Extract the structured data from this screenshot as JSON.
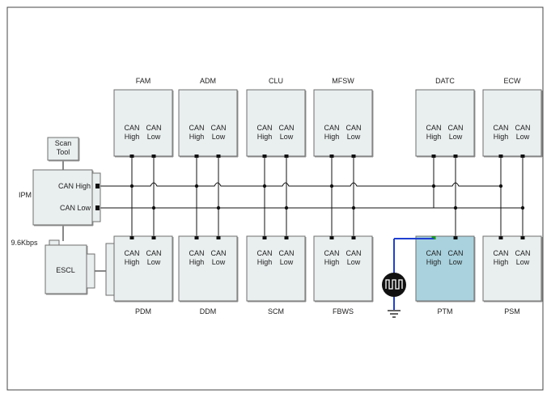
{
  "colors": {
    "module_fill": "#e9eeee",
    "module_stroke": "#6f6f6f",
    "wire": "#111111",
    "highlight_fill": "#a9d2de",
    "highlight_text": "#1a9a1a",
    "highlight_wire": "#1f3fd0"
  },
  "top_modules": [
    {
      "name": "FAM",
      "high": "CAN\nHigh",
      "low": "CAN\nLow"
    },
    {
      "name": "ADM",
      "high": "CAN\nHigh",
      "low": "CAN\nLow"
    },
    {
      "name": "CLU",
      "high": "CAN\nHigh",
      "low": "CAN\nLow"
    },
    {
      "name": "MFSW",
      "high": "CAN\nHigh",
      "low": "CAN\nLow"
    },
    {
      "name": "DATC",
      "high": "CAN\nHigh",
      "low": "CAN\nLow"
    },
    {
      "name": "ECW",
      "high": "CAN\nHigh",
      "low": "CAN\nLow"
    }
  ],
  "bottom_modules": [
    {
      "name": "PDM",
      "high": "CAN\nHigh",
      "low": "CAN\nLow"
    },
    {
      "name": "DDM",
      "high": "CAN\nHigh",
      "low": "CAN\nLow"
    },
    {
      "name": "SCM",
      "high": "CAN\nHigh",
      "low": "CAN\nLow"
    },
    {
      "name": "FBWS",
      "high": "CAN\nHigh",
      "low": "CAN\nLow"
    },
    {
      "name": "PTM",
      "high": "CAN\nHigh",
      "low": "CAN\nLow",
      "highlighted": true
    },
    {
      "name": "PSM",
      "high": "CAN\nHigh",
      "low": "CAN\nLow"
    }
  ],
  "ipm": {
    "name": "IPM",
    "high_label": "CAN High",
    "low_label": "CAN Low"
  },
  "scan_tool": {
    "label": "Scan\nTool"
  },
  "escl": {
    "label": "ESCL",
    "speed": "9.6Kbps"
  },
  "signal_generator": {
    "icon": "square-wave-icon"
  },
  "ground": {
    "icon": "ground-icon"
  }
}
